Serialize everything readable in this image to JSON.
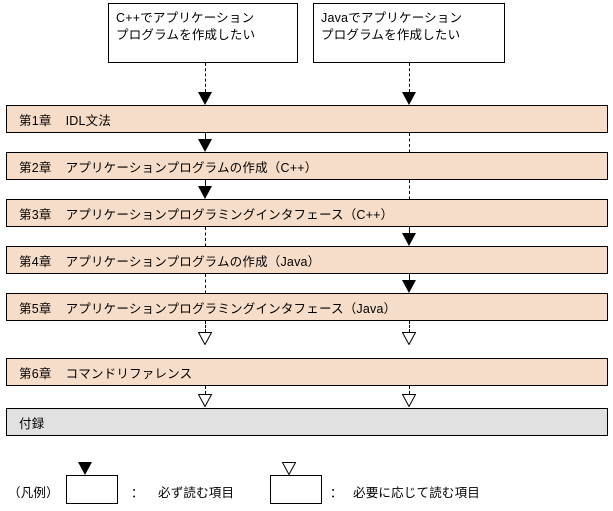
{
  "diagram": {
    "title_entries": [
      {
        "id": "cpp-entry",
        "lines": [
          "C++でアプリケーション",
          "プログラムを作成したい"
        ]
      },
      {
        "id": "java-entry",
        "lines": [
          "Javaでアプリケーション",
          "プログラムを作成したい"
        ]
      }
    ],
    "bars": [
      {
        "id": "chapter-1",
        "number": "第1章",
        "title": "IDL文法",
        "kind": "chapter"
      },
      {
        "id": "chapter-2",
        "number": "第2章",
        "title": "アプリケーションプログラムの作成（C++）",
        "kind": "chapter"
      },
      {
        "id": "chapter-3",
        "number": "第3章",
        "title": "アプリケーションプログラミングインタフェース（C++）",
        "kind": "chapter"
      },
      {
        "id": "chapter-4",
        "number": "第4章",
        "title": "アプリケーションプログラムの作成（Java）",
        "kind": "chapter"
      },
      {
        "id": "chapter-5",
        "number": "第5章",
        "title": "アプリケーションプログラミングインタフェース（Java）",
        "kind": "chapter"
      },
      {
        "id": "chapter-6",
        "number": "第6章",
        "title": "コマンドリファレンス",
        "kind": "chapter"
      },
      {
        "id": "appendix",
        "number": "",
        "title": "付録",
        "kind": "appendix"
      }
    ],
    "legend": {
      "caption": "（凡例）",
      "items": [
        {
          "marker": "filled-triangle",
          "separator": "：",
          "label": "必ず読む項目"
        },
        {
          "marker": "hollow-triangle",
          "separator": "：",
          "label": "必要に応じて読む項目"
        }
      ]
    },
    "colors": {
      "chapter_fill": "#f6ddc9",
      "appendix_fill": "#e1e1e1",
      "line": "#000000",
      "background": "#ffffff"
    },
    "flows": [
      {
        "path": "cpp",
        "required": [
          "第1章",
          "第2章",
          "第3章"
        ],
        "optional": [
          "第6章",
          "付録"
        ]
      },
      {
        "path": "java",
        "required": [
          "第1章",
          "第4章",
          "第5章"
        ],
        "optional": [
          "第6章",
          "付録"
        ]
      }
    ]
  }
}
